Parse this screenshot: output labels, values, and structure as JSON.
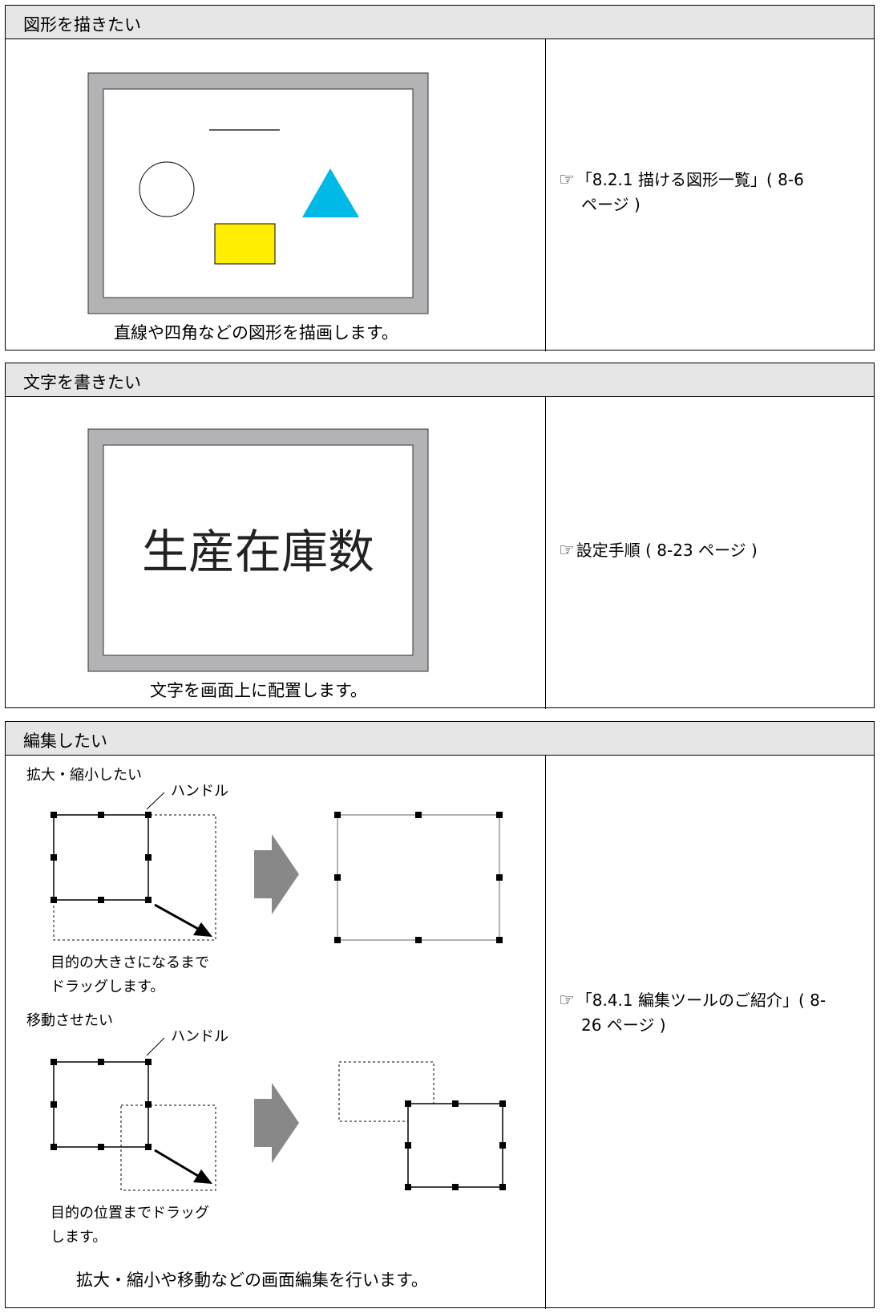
{
  "section1": {
    "title": "図形を描きたい",
    "caption": "直線や四角などの図形を描画します。",
    "ref_line1": "「8.2.1 描ける図形一覧」( 8-6",
    "ref_line2": "ページ )",
    "colors": {
      "frame": "#b3b3b5",
      "triangle": "#00b9e6",
      "rectangle": "#ffee00"
    }
  },
  "section2": {
    "title": "文字を書きたい",
    "display_text": "生産在庫数",
    "caption": "文字を画面上に配置します。",
    "ref_line1": "設定手順 ( 8-23 ページ )"
  },
  "section3": {
    "title": "編集したい",
    "resize_label": "拡大・縮小したい",
    "handle_label_1": "ハンドル",
    "resize_desc_1": "目的の大きさになるまで",
    "resize_desc_2": "ドラッグします。",
    "move_label": "移動させたい",
    "handle_label_2": "ハンドル",
    "move_desc_1": "目的の位置までドラッグ",
    "move_desc_2": "します。",
    "caption": "拡大・縮小や移動などの画面編集を行います。",
    "ref_line1": "「8.4.1 編集ツールのご紹介」( 8-",
    "ref_line2": "26 ページ )"
  },
  "icons": {
    "reference": "pointing-hand-icon"
  }
}
